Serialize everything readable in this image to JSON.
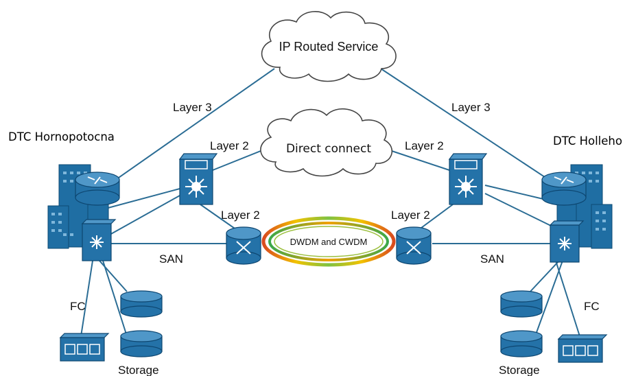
{
  "sites": {
    "left": "DTC Hornopotocna",
    "right": "DTC Holleho"
  },
  "clouds": {
    "ip": "IP Routed Service",
    "direct": "Direct connect"
  },
  "ring": "DWDM and CWDM",
  "labels": {
    "layer3_left": "Layer 3",
    "layer3_right": "Layer 3",
    "layer2_top_left": "Layer 2",
    "layer2_top_right": "Layer 2",
    "layer2_mid_left": "Layer 2",
    "layer2_mid_right": "Layer 2",
    "san_left": "SAN",
    "san_right": "SAN",
    "fc_left": "FC",
    "fc_right": "FC",
    "storage_left": "Storage",
    "storage_right": "Storage"
  },
  "icons": {
    "building": "building-icon",
    "router": "router-icon",
    "switch": "layer2-switch-icon",
    "mds": "san-switch-icon",
    "optical": "optical-mux-icon",
    "disk": "disk-storage-icon",
    "array": "disk-array-icon"
  },
  "colors": {
    "device": "#2472a8",
    "link": "#2a6c94",
    "ring_outer": "#f2c200",
    "ring_inner": "#3aa84a"
  }
}
